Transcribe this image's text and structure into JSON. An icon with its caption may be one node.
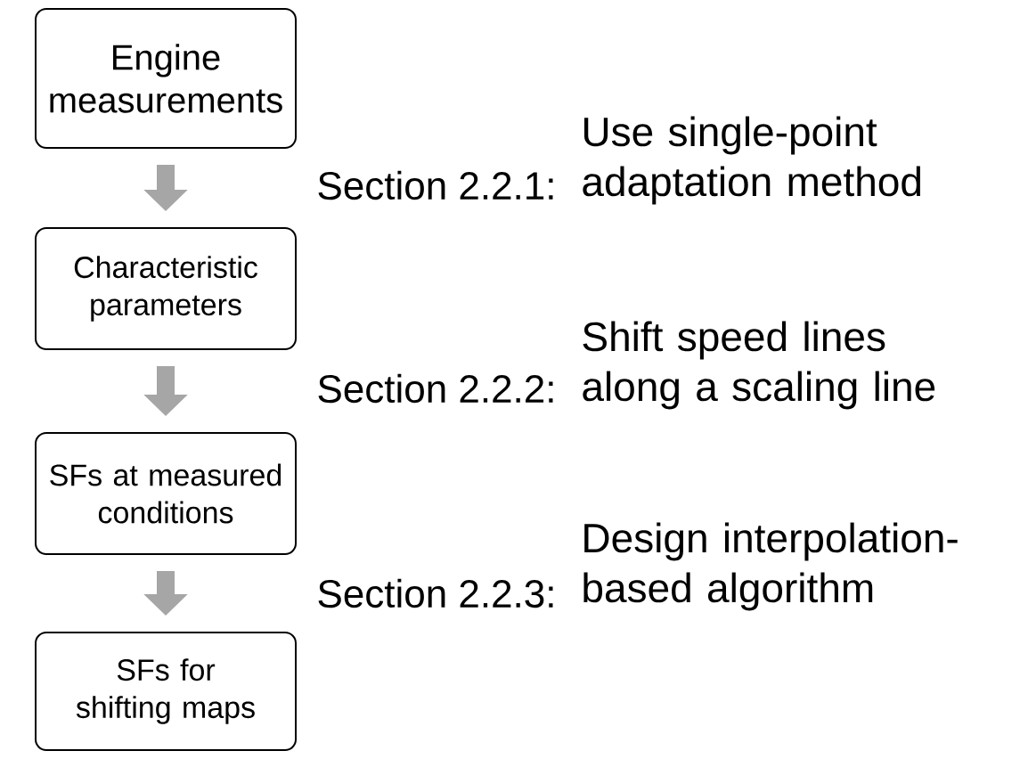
{
  "diagram": {
    "nodes": [
      {
        "text": [
          "Engine measurements"
        ]
      },
      {
        "text": [
          "Characteristic parameters"
        ]
      },
      {
        "text": [
          "SFs at measured conditions"
        ]
      },
      {
        "text": [
          "SFs for shifting maps"
        ]
      }
    ],
    "edges": [
      {
        "from": 0,
        "to": 1,
        "arrow": "to",
        "label": "Section 2.2.1:"
      },
      {
        "from": 1,
        "to": 2,
        "arrow": "to",
        "label": "Section 2.2.2:"
      },
      {
        "from": 2,
        "to": 3,
        "arrow": "to",
        "label": "Section 2.2.3:"
      }
    ],
    "labels": [
      "Use single-point adaptation method",
      "Shift speed lines along a scaling line",
      "Design interpolation-based algorithm"
    ]
  }
}
